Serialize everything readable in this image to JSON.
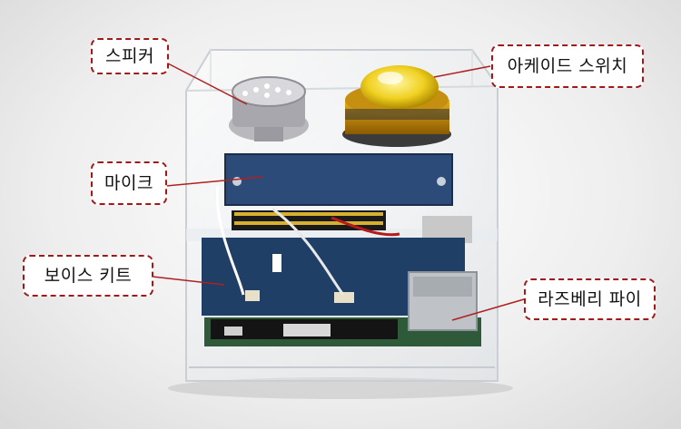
{
  "labels": {
    "speaker": "스피커",
    "arcade_switch": "아케이드 스위치",
    "mic": "마이크",
    "voice_kit": "보이스 키트",
    "raspberry_pi": "라즈베리 파이"
  },
  "colors": {
    "callout_border": "#a01818",
    "leader_line": "#b02020",
    "button_yellow": "#f0d020",
    "board_blue": "#1f3f66",
    "pi_green": "#2f5a3a"
  }
}
